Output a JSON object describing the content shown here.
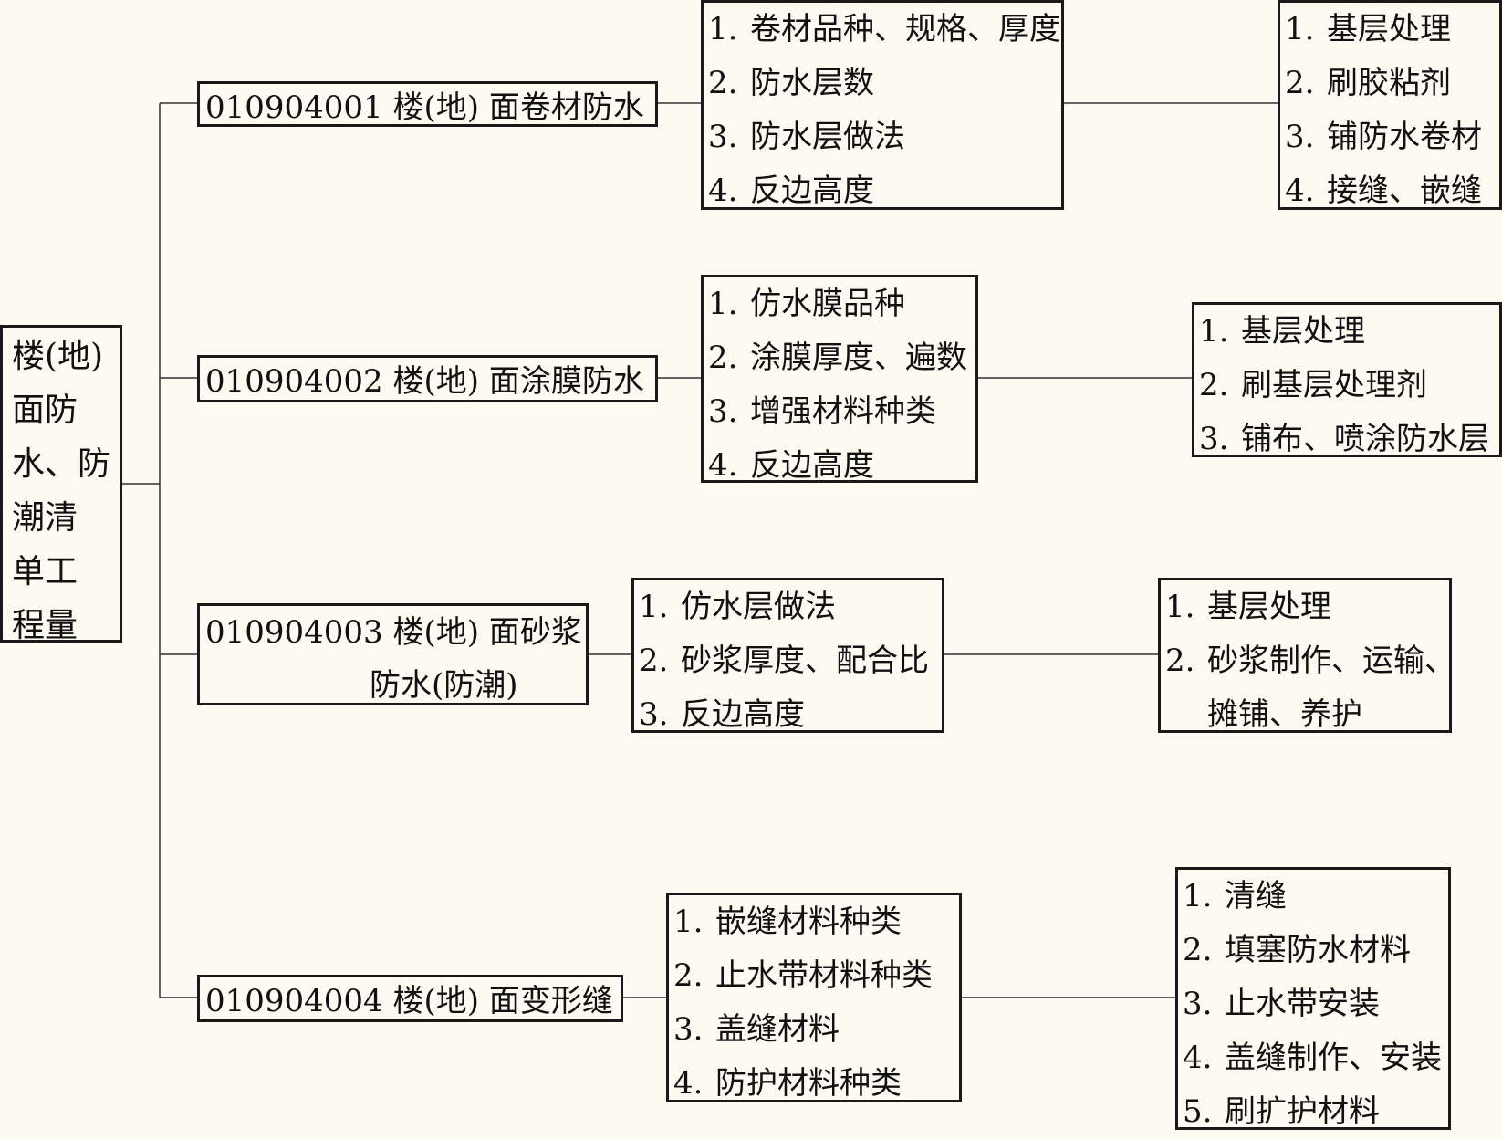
{
  "root": {
    "lines": [
      "楼(地)",
      "面防",
      "水、防",
      "潮清",
      "单工",
      "程量"
    ]
  },
  "branches": [
    {
      "code_lines": [
        "010904001 楼(地) 面卷材防水"
      ],
      "features": [
        "卷材品种、规格、厚度",
        "防水层数",
        "防水层做法",
        "反边高度"
      ],
      "work": [
        "基层处理",
        "刷胶粘剂",
        "铺防水卷材",
        "接缝、嵌缝"
      ]
    },
    {
      "code_lines": [
        "010904002 楼(地) 面涂膜防水"
      ],
      "features": [
        "仿水膜品种",
        "涂膜厚度、遍数",
        "增强材料种类",
        "反边高度"
      ],
      "work": [
        "基层处理",
        "刷基层处理剂",
        "铺布、喷涂防水层"
      ]
    },
    {
      "code_lines": [
        "010904003 楼(地) 面砂浆",
        "防水(防潮)"
      ],
      "features": [
        "仿水层做法",
        "砂浆厚度、配合比",
        "反边高度"
      ],
      "work": [
        "基层处理",
        [
          "砂浆制作、运输、",
          "摊铺、养护"
        ]
      ]
    },
    {
      "code_lines": [
        "010904004 楼(地) 面变形缝"
      ],
      "features": [
        "嵌缝材料种类",
        "止水带材料种类",
        "盖缝材料",
        "防护材料种类"
      ],
      "work": [
        "清缝",
        "填塞防水材料",
        "止水带安装",
        "盖缝制作、安装",
        "刷扩护材料"
      ]
    }
  ]
}
